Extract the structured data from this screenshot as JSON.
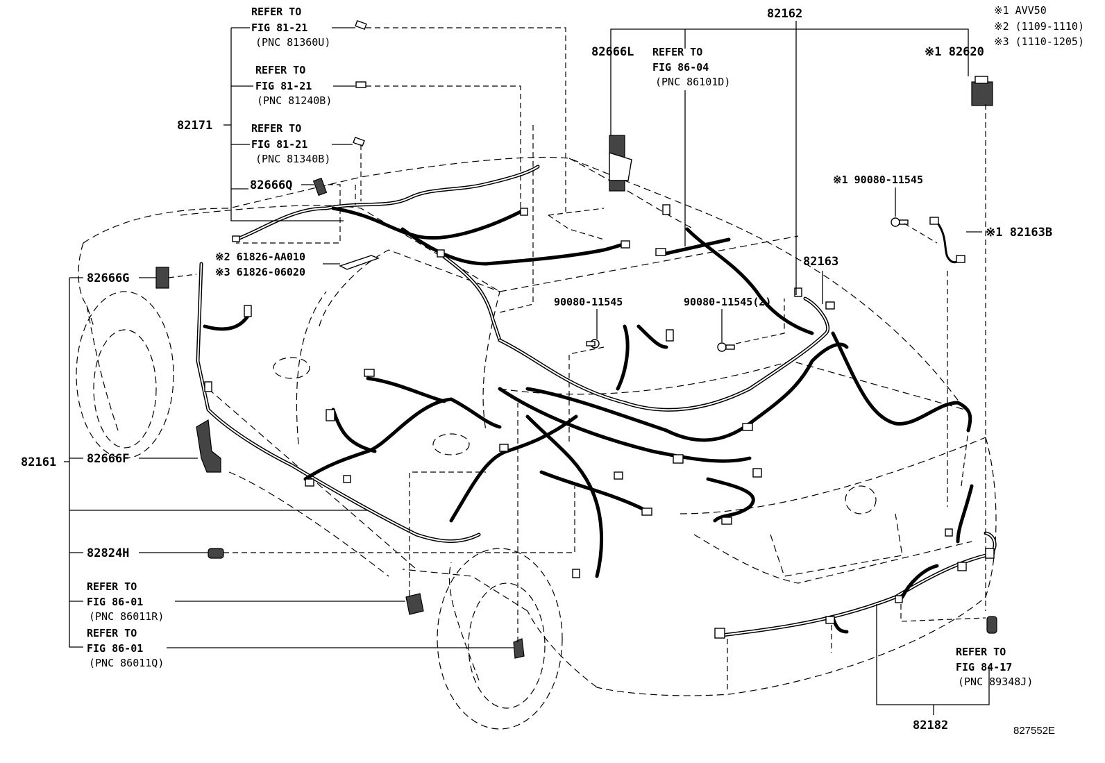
{
  "diagram": {
    "legend": {
      "note1": "※1 AVV50",
      "note2": "※2 (1109-1110)",
      "note3": "※3 (1110-1205)"
    },
    "parts": {
      "p82162": "82162",
      "p82666L": "82666L",
      "p82620": "※1 82620",
      "p82171": "82171",
      "p82666Q": "82666Q",
      "p82666G": "82666G",
      "p82666F": "82666F",
      "p82161": "82161",
      "p82824H": "82824H",
      "p82163": "82163",
      "p82163B": "※1 82163B",
      "p90080a": "※1 90080-11545",
      "p90080b": "90080-11545",
      "p90080c": "90080-11545(2)",
      "p61826a": "※2 61826-AA010",
      "p61826b": "※3 61826-06020",
      "p82182": "82182"
    },
    "refs": {
      "r1": {
        "l1": "REFER TO",
        "l2": "FIG 81-21",
        "l3": "(PNC 81360U)"
      },
      "r2": {
        "l1": "REFER TO",
        "l2": "FIG 81-21",
        "l3": "(PNC 81240B)"
      },
      "r3": {
        "l1": "REFER TO",
        "l2": "FIG 81-21",
        "l3": "(PNC 81340B)"
      },
      "r4": {
        "l1": "REFER TO",
        "l2": "FIG 86-04",
        "l3": "(PNC 86101D)"
      },
      "r5": {
        "l1": "REFER TO",
        "l2": "FIG 86-01",
        "l3": "(PNC 86011R)"
      },
      "r6": {
        "l1": "REFER TO",
        "l2": "FIG 86-01",
        "l3": "(PNC 86011Q)"
      },
      "r7": {
        "l1": "REFER TO",
        "l2": "FIG 84-17",
        "l3": "(PNC 89348J)"
      }
    },
    "figure_id": "827552E"
  }
}
